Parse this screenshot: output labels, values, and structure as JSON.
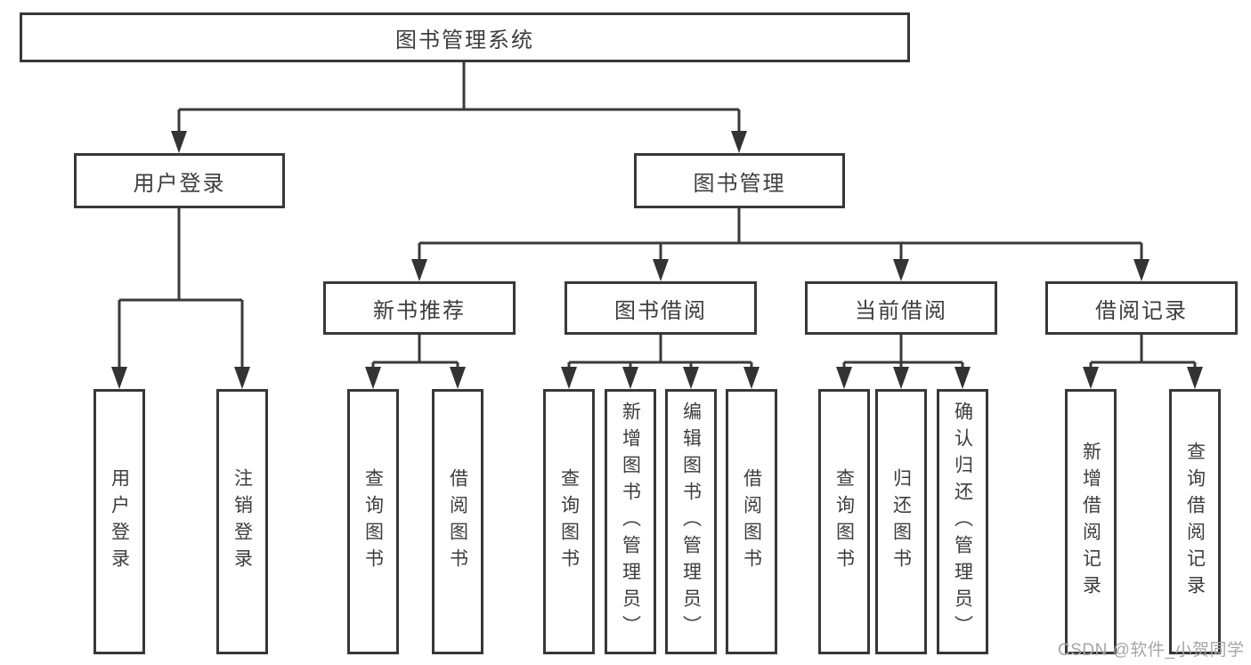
{
  "tree": {
    "label": "图书管理系统",
    "children": [
      {
        "label": "用户登录",
        "children": [
          {
            "label": "用户登录"
          },
          {
            "label": "注销登录"
          }
        ]
      },
      {
        "label": "图书管理",
        "children": [
          {
            "label": "新书推荐",
            "children": [
              {
                "label": "查询图书"
              },
              {
                "label": "借阅图书"
              }
            ]
          },
          {
            "label": "图书借阅",
            "children": [
              {
                "label": "查询图书"
              },
              {
                "label": "新增图书（管理员）"
              },
              {
                "label": "编辑图书（管理员）"
              },
              {
                "label": "借阅图书"
              }
            ]
          },
          {
            "label": "当前借阅",
            "children": [
              {
                "label": "查询图书"
              },
              {
                "label": "归还图书"
              },
              {
                "label": "确认归还（管理员）"
              }
            ]
          },
          {
            "label": "借阅记录",
            "children": [
              {
                "label": "新增借阅记录"
              },
              {
                "label": "查询借阅记录"
              }
            ]
          }
        ]
      }
    ]
  },
  "watermark": {
    "text": "CSDN @软件_小贺同学"
  },
  "colors": {
    "line": "#3a3a3a",
    "arrow": "#333333",
    "box_border": "#383838",
    "box_fill": "#ffffff",
    "text": "#3d3d3d",
    "watermark": "#a6a6a6",
    "background": "#ffffff"
  }
}
